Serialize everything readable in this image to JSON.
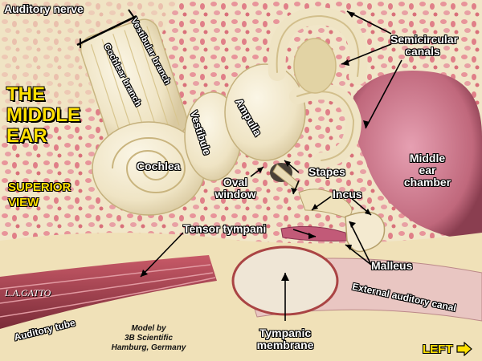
{
  "title": {
    "line1": "THE",
    "line2": "MIDDLE",
    "line3": "EAR"
  },
  "view": {
    "line1": "SUPERIOR",
    "line2": "VIEW"
  },
  "labels": {
    "auditory_nerve": "Auditory nerve",
    "vestibular_branch": "Vestibular branch",
    "cochlear_branch": "Cochlear branch",
    "vestibule": "Vestibule",
    "ampulla": "Ampulla",
    "cochlea": "Cochlea",
    "semicircular_line1": "Semicircular",
    "semicircular_line2": "canals",
    "middle_ear_line1": "Middle",
    "middle_ear_line2": "ear",
    "middle_ear_line3": "chamber",
    "stapes": "Stapes",
    "oval_line1": "Oval",
    "oval_line2": "window",
    "incus": "Incus",
    "tensor_tympani": "Tensor tympani",
    "malleus": "Malleus",
    "external_canal": "External auditory canal",
    "auditory_tube": "Auditory tube",
    "tympanic_line1": "Tympanic",
    "tympanic_line2": "membrane"
  },
  "credit": {
    "line1": "Model by",
    "line2": "3B Scientific",
    "line3": "Hamburg, Germany"
  },
  "signature": "L.A.GATTO",
  "direction": "LEFT",
  "colors": {
    "bone": "#f3ead0",
    "spongy": "#e89a98",
    "label_text": "#ffffff",
    "title_yellow": "#ffe000",
    "chamber": "#c97888",
    "muscle": "#b04a58"
  }
}
